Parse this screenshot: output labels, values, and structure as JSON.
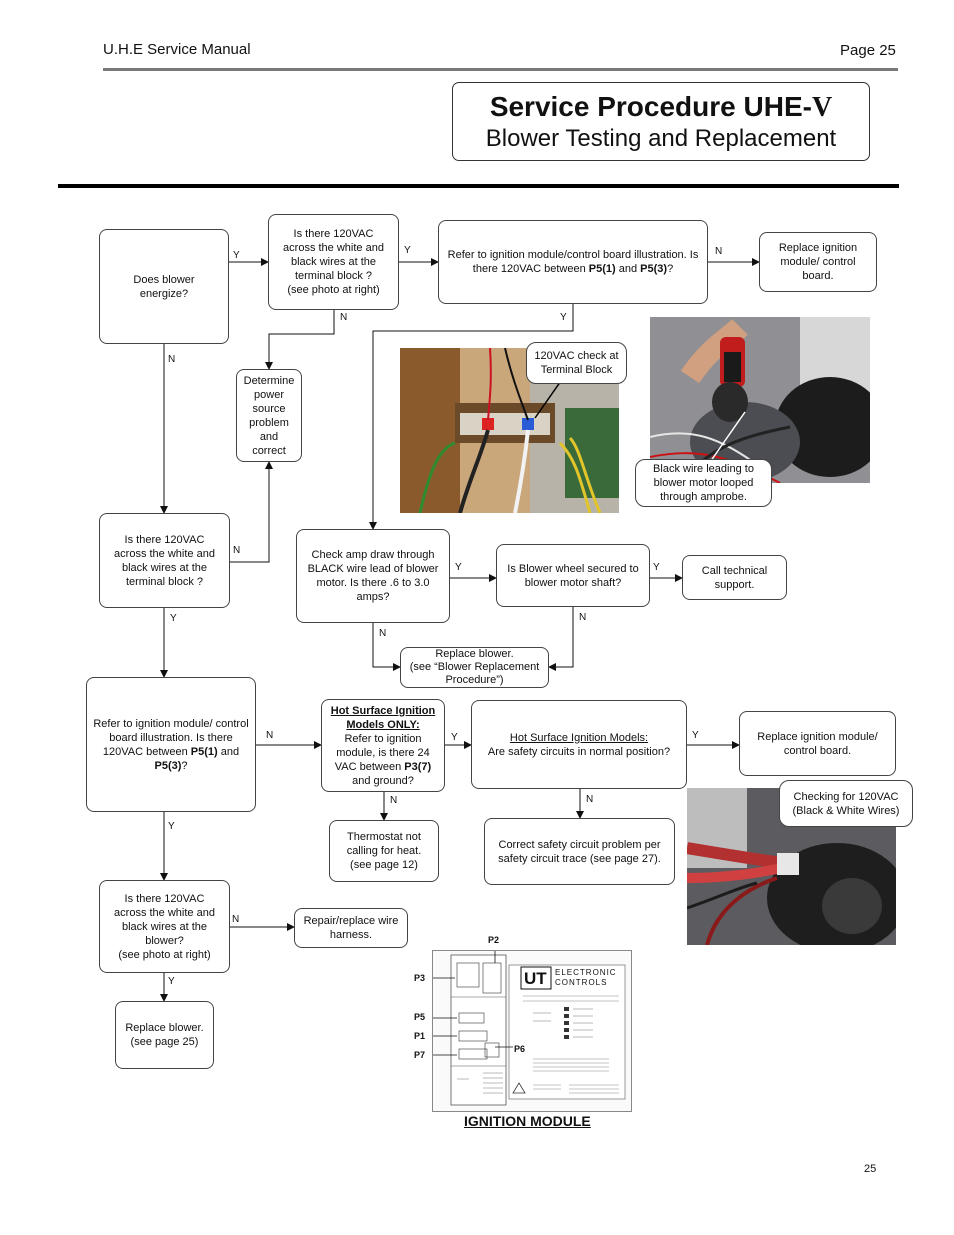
{
  "header": {
    "manual_title": "U.H.E Service Manual",
    "page_label": "Page 25"
  },
  "title": {
    "main": "Service Procedure UHE-",
    "main_suffix": "V",
    "sub": "Blower Testing and Replacement"
  },
  "flow": {
    "b1": "Does blower energize?",
    "b2_l1": "Is there 120VAC",
    "b2_l2": "across the white and",
    "b2_l3": "black wires at the",
    "b2_l4": "terminal block ?",
    "b2_l5": "(see photo at right)",
    "b3_pre": "Refer to ignition module/control board illustration. Is there 120VAC between ",
    "b3_p51": "P5(1)",
    "b3_and": " and ",
    "b3_p53": "P5(3)",
    "b3_q": "?",
    "b4": "Replace ignition module/ control board.",
    "b5": "Determine power source problem and correct",
    "b6_l1": "Is there 120VAC",
    "b6_l2": "across the white and",
    "b6_l3": "black wires at the",
    "b6_l4": "terminal block ?",
    "b7": "Check amp draw through BLACK wire lead of blower motor. Is there .6 to 3.0 amps?",
    "b8": "Is Blower wheel secured to blower motor shaft?",
    "b9": "Call technical support.",
    "b10_l1": "Replace blower.",
    "b10_l2": "(see “Blower Replacement",
    "b10_l3": "Procedure”)",
    "b11_pre": "Refer to ignition module/ control board illustration. Is there 120VAC between ",
    "b11_p51": "P5(1)",
    "b11_and": " and ",
    "b11_p53": "P5(3)",
    "b11_q": "?",
    "b12_h": "Hot Surface Ignition Models ONLY:",
    "b12_pre": "Refer to ignition module, is there 24 VAC between ",
    "b12_p37": "P3(7)",
    "b12_post": " and ground?",
    "b13_h": "Hot Surface Ignition Models:",
    "b13_t": "Are safety circuits in normal position?",
    "b14": "Replace ignition module/ control board.",
    "b15": "Thermostat not calling for heat. (see page 12)",
    "b16": "Correct safety circuit problem per safety circuit trace (see page 27).",
    "b17_l1": "Is there 120VAC",
    "b17_l2": "across the white and",
    "b17_l3": "black wires at the",
    "b17_l4": "blower?",
    "b17_l5": "(see photo at right)",
    "b18": "Repair/replace wire harness.",
    "b19": "Replace blower. (see page 25)"
  },
  "edge_labels": {
    "y": "Y",
    "n": "N"
  },
  "callouts": {
    "terminal": "120VAC check at Terminal Block",
    "amprobe": "Black wire leading to blower motor looped through amprobe.",
    "checking": "Checking for 120VAC (Black & White Wires)"
  },
  "module": {
    "caption": "IGNITION MODULE",
    "brand_ut": "UT",
    "brand_line1": "ELECTRONIC",
    "brand_line2": "CONTROLS",
    "pins": [
      "P2",
      "P3",
      "P5",
      "P1",
      "P7",
      "P6"
    ]
  },
  "footer": {
    "page_number": "25"
  }
}
